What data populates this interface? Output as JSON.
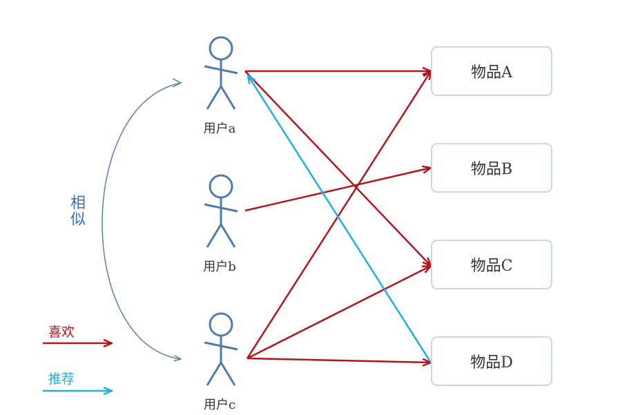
{
  "users": [
    {
      "id": "a",
      "label": "用户a"
    },
    {
      "id": "b",
      "label": "用户b"
    },
    {
      "id": "c",
      "label": "用户c"
    }
  ],
  "items": [
    {
      "id": "A",
      "label": "物品A"
    },
    {
      "id": "B",
      "label": "物品B"
    },
    {
      "id": "C",
      "label": "物品C"
    },
    {
      "id": "D",
      "label": "物品D"
    }
  ],
  "similar_label": "相似",
  "legend": {
    "like": {
      "label": "喜欢",
      "color": "#b5121b"
    },
    "recommend": {
      "label": "推荐",
      "color": "#1ab0e0"
    }
  },
  "similar_color": "#5a7fa8",
  "figure_color": "#4f7bab",
  "likes": [
    {
      "user": "a",
      "item": "A"
    },
    {
      "user": "a",
      "item": "C"
    },
    {
      "user": "b",
      "item": "B"
    },
    {
      "user": "c",
      "item": "A"
    },
    {
      "user": "c",
      "item": "C"
    },
    {
      "user": "c",
      "item": "D"
    }
  ],
  "recommendations": [
    {
      "from": "D",
      "to": "a"
    }
  ]
}
